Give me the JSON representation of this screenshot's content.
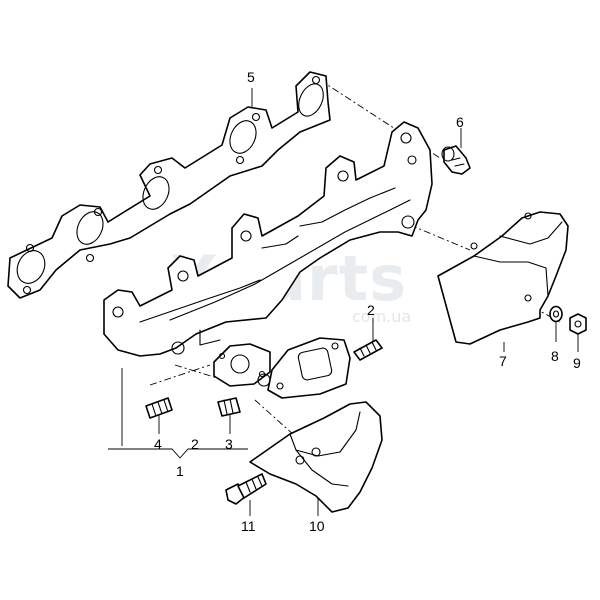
{
  "watermark": {
    "brand": "Xparts",
    "suffix": "com.ua",
    "color": "#e9ecef"
  },
  "callouts": [
    {
      "id": "1",
      "label": "1"
    },
    {
      "id": "2a",
      "label": "2"
    },
    {
      "id": "2b",
      "label": "2"
    },
    {
      "id": "3",
      "label": "3"
    },
    {
      "id": "4",
      "label": "4"
    },
    {
      "id": "5",
      "label": "5"
    },
    {
      "id": "6",
      "label": "6"
    },
    {
      "id": "7",
      "label": "7"
    },
    {
      "id": "8",
      "label": "8"
    },
    {
      "id": "9",
      "label": "9"
    },
    {
      "id": "10",
      "label": "10"
    },
    {
      "id": "11",
      "label": "11"
    }
  ]
}
